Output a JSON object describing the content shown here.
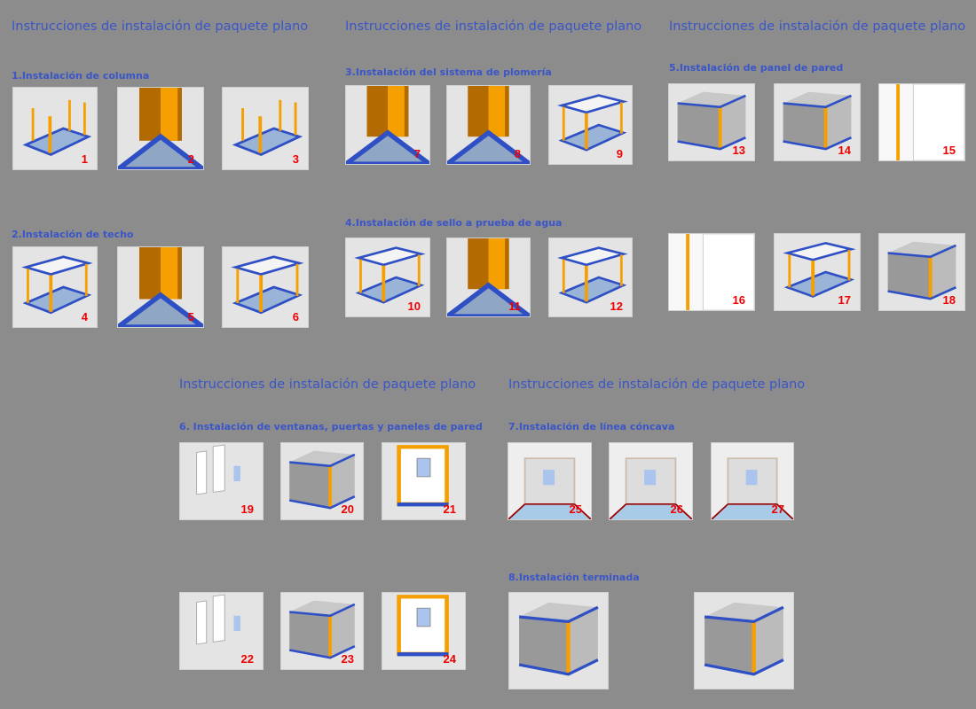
{
  "headers": [
    "Instrucciones de instalación de paquete plano",
    "Instrucciones de instalación de paquete plano",
    "Instrucciones de instalación de paquete plano",
    "Instrucciones de instalación de paquete plano",
    "Instrucciones de instalación de paquete plano"
  ],
  "sections": [
    "1.Instalación de columna",
    "2.Instalación de techo",
    "3.Instalación del sistema de plomería",
    "4.Instalación de sello a prueba de agua",
    "5.Instalación de panel de pared",
    "6. Instalación de ventanas, puertas y paneles de pared",
    "7.Instalación de línea cóncava",
    "8.Instalación terminada"
  ],
  "steps": [
    "1",
    "2",
    "3",
    "4",
    "5",
    "6",
    "7",
    "8",
    "9",
    "10",
    "11",
    "12",
    "13",
    "14",
    "15",
    "16",
    "17",
    "18",
    "19",
    "20",
    "21",
    "22",
    "23",
    "24",
    "25",
    "26",
    "27"
  ],
  "colors": {
    "heading": "#3a56c8",
    "step_number": "#ee0000",
    "frame_blue": "#2f4fc4",
    "column_orange": "#f5a000",
    "background": "#8c8c8c"
  }
}
